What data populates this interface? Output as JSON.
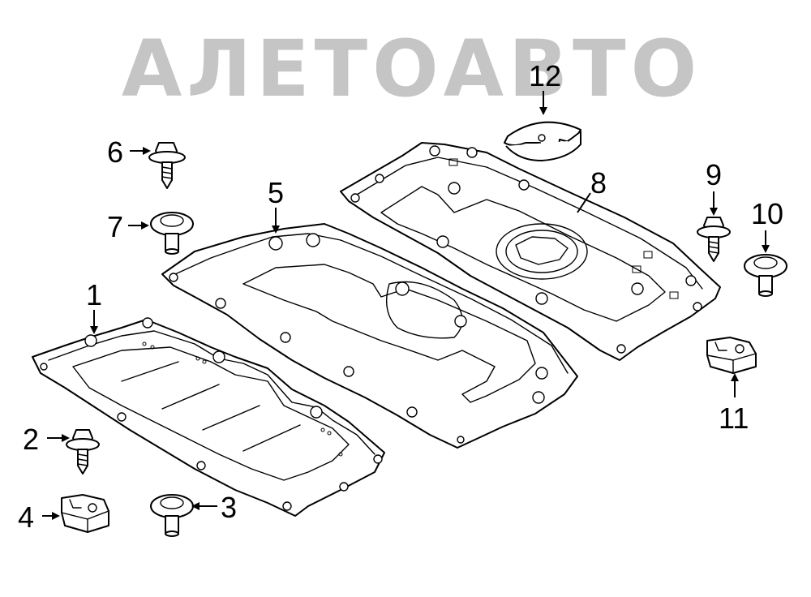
{
  "watermark": {
    "text": "АЛЕТОАВТО"
  },
  "callouts": {
    "p1": "1",
    "p2": "2",
    "p3": "3",
    "p4": "4",
    "p5": "5",
    "p6": "6",
    "p7": "7",
    "p8": "8",
    "p9": "9",
    "p10": "10",
    "p11": "11",
    "p12": "12"
  }
}
